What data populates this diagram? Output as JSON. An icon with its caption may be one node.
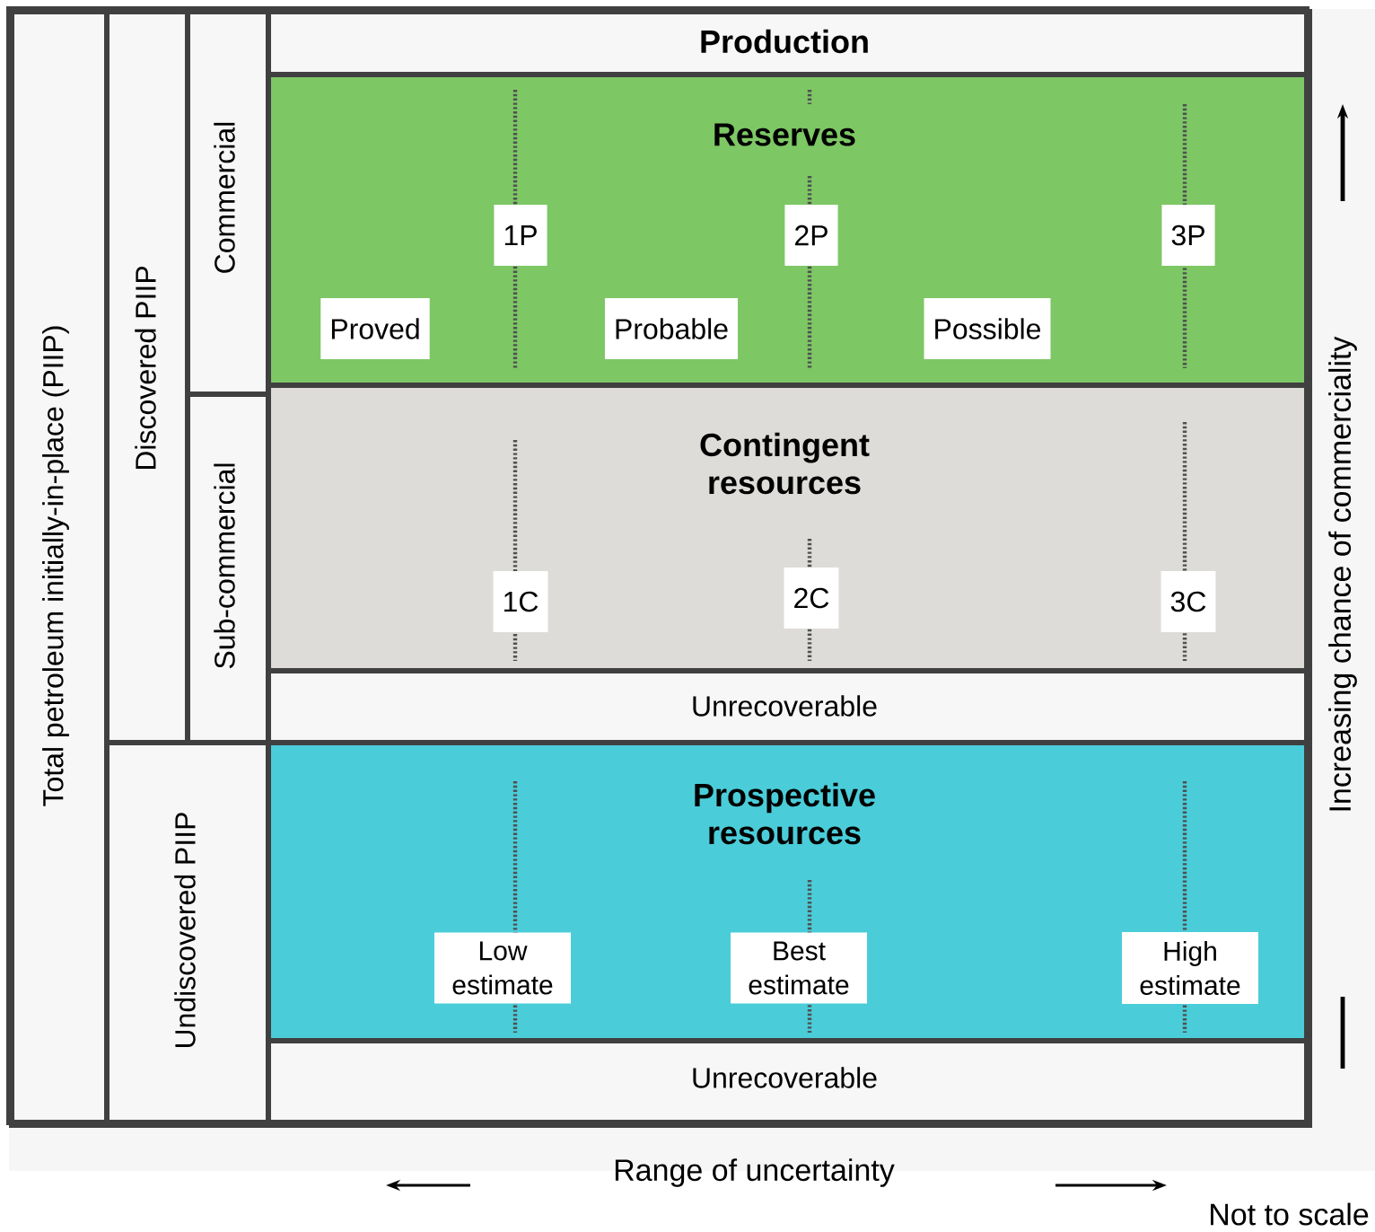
{
  "diagram": {
    "nodes": [
      {
        "text": [
          "Total petroleum initially-in-place (PIIP)"
        ]
      },
      {
        "text": [
          "Discovered PIIP"
        ]
      },
      {
        "text": [
          "Commercial"
        ]
      },
      {
        "text": [
          "Sub-commercial"
        ]
      },
      {
        "text": [
          "Undiscovered PIIP"
        ]
      },
      {
        "text": [
          "Production"
        ]
      },
      {
        "text": [
          "Reserves"
        ]
      },
      {
        "text": [
          "1P"
        ],
        "in": 6
      },
      {
        "text": [
          "2P"
        ],
        "in": 6
      },
      {
        "text": [
          "3P"
        ],
        "in": 6
      },
      {
        "text": [
          "Proved"
        ],
        "in": 6
      },
      {
        "text": [
          "Probable"
        ],
        "in": 6
      },
      {
        "text": [
          "Possible"
        ],
        "in": 6
      },
      {
        "text": [
          "Contingent resources"
        ]
      },
      {
        "text": [
          "1C"
        ],
        "in": 13
      },
      {
        "text": [
          "2C"
        ],
        "in": 13
      },
      {
        "text": [
          "3C"
        ],
        "in": 13
      },
      {
        "text": [
          "Unrecoverable"
        ]
      },
      {
        "text": [
          "Prospective resources"
        ]
      },
      {
        "text": [
          "Low estimate"
        ],
        "in": 18
      },
      {
        "text": [
          "Best estimate"
        ],
        "in": 18
      },
      {
        "text": [
          "High estimate"
        ],
        "in": 18
      },
      {
        "text": [
          "Unrecoverable"
        ]
      }
    ],
    "labels": [
      "Increasing chance of commerciality",
      "Range of uncertainty",
      "Not to scale"
    ]
  }
}
